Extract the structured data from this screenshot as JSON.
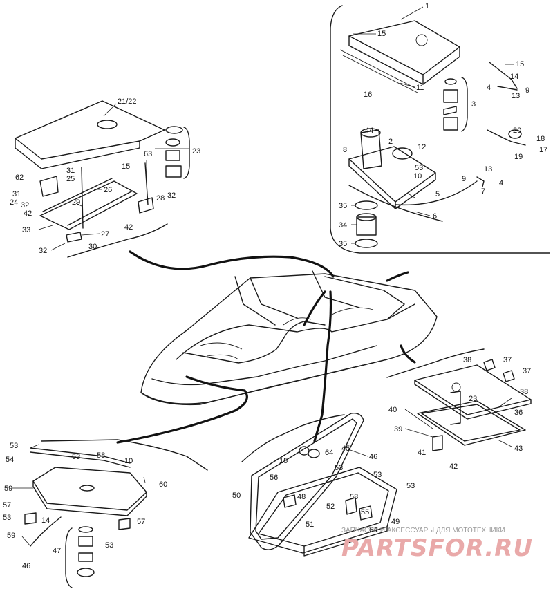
{
  "callouts": [
    "1",
    "15",
    "16",
    "11",
    "3",
    "15",
    "14",
    "4",
    "13",
    "9",
    "44",
    "2",
    "12",
    "8",
    "53",
    "10",
    "5",
    "20",
    "18",
    "17",
    "19",
    "9",
    "13",
    "4",
    "7",
    "35",
    "34",
    "35",
    "6",
    "21/22",
    "23",
    "15",
    "63",
    "62",
    "31",
    "25",
    "26",
    "31",
    "24",
    "32",
    "42",
    "29",
    "28",
    "32",
    "42",
    "33",
    "27",
    "32",
    "30",
    "38",
    "37",
    "37",
    "38",
    "23",
    "36",
    "40",
    "39",
    "43",
    "41",
    "42",
    "53",
    "54",
    "58",
    "53",
    "10",
    "60",
    "59",
    "57",
    "53",
    "14",
    "59",
    "57",
    "53",
    "46",
    "47",
    "64",
    "45",
    "46",
    "15",
    "53",
    "56",
    "53",
    "53",
    "50",
    "48",
    "58",
    "52",
    "55",
    "51",
    "49",
    "64"
  ],
  "watermark": {
    "caption": "ЗАПЧАСТИ И АКСЕССУАРЫ ДЛЯ МОТОТЕХНИКИ",
    "logo": "PARTSFOR.RU"
  }
}
